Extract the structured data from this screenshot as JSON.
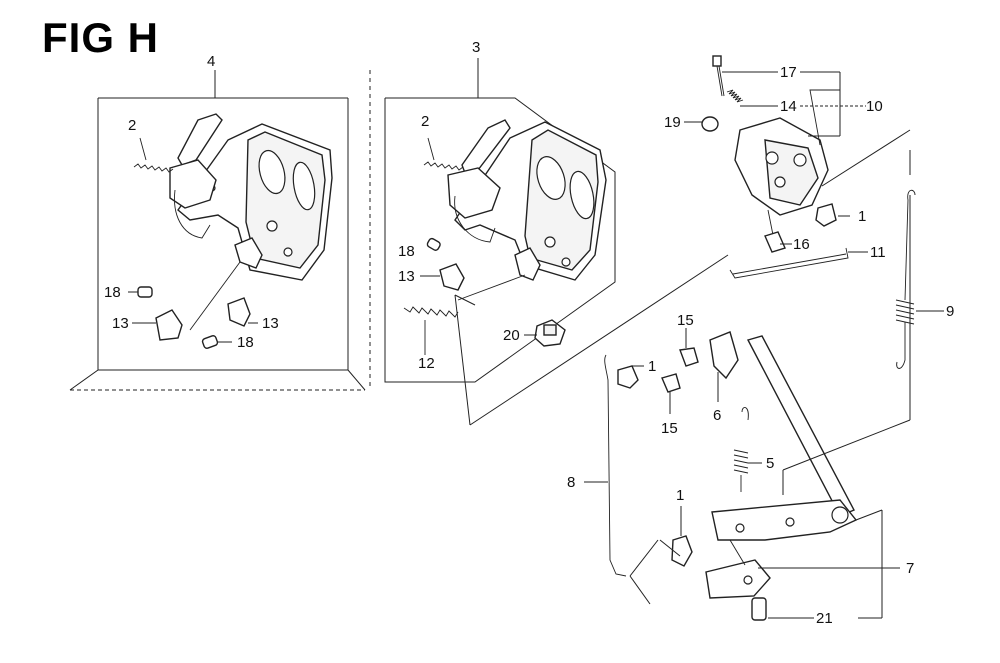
{
  "figure": {
    "title": "FIG H"
  },
  "callouts": {
    "c1a": "1",
    "c1b": "1",
    "c1c": "1",
    "c2a": "2",
    "c2b": "2",
    "c3": "3",
    "c4": "4",
    "c5": "5",
    "c6": "6",
    "c7": "7",
    "c8": "8",
    "c9": "9",
    "c10": "10",
    "c11": "11",
    "c12": "12",
    "c13a": "13",
    "c13b": "13",
    "c13c": "13",
    "c14": "14",
    "c15a": "15",
    "c15b": "15",
    "c16": "16",
    "c17": "17",
    "c18a": "18",
    "c18b": "18",
    "c18c": "18",
    "c19": "19",
    "c20": "20",
    "c21": "21"
  }
}
